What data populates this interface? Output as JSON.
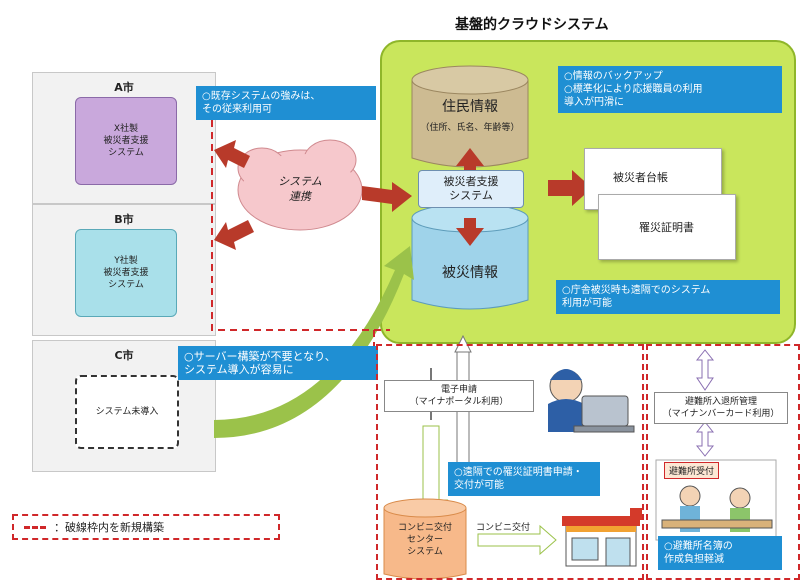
{
  "title": "基盤的クラウドシステム",
  "cities": [
    {
      "name": "A市",
      "system": "X社製\n被災者支援\nシステム"
    },
    {
      "name": "B市",
      "system": "Y社製\n被災者支援\nシステム"
    },
    {
      "name": "C市",
      "system": "システム未導入"
    }
  ],
  "cloud_link": "システム\n連携",
  "notes": {
    "existing": "○既存システムの強みは、\nその従来利用可",
    "backup": "○情報のバックアップ\n○標準化により応援職員の利用\n導入が円滑に",
    "remote": "○庁舎被災時も遠隔でのシステム\n利用が可能",
    "server": "○サーバー構築が不要となり、\nシステム導入が容易に",
    "remote_cert": "○遠隔での罹災証明書申請・\n交付が可能",
    "shelter_reduce": "○避難所名簿の\n作成負担軽減"
  },
  "central": {
    "resident_title": "住民情報",
    "resident_sub": "（住所、氏名、年齢等）",
    "support_system": "被災者支援\nシステム",
    "disaster_info": "被災情報",
    "ledger": "被災者台帳",
    "certificate": "罹災証明書"
  },
  "bottom": {
    "e_app": "電子申請\n（マイナポータル利用）",
    "kiosk_center": "コンビニ交付\nセンター\nシステム",
    "kiosk_issue": "コンビニ交付",
    "shelter_mgmt": "避難所入退所管理\n（マイナンバーカード利用）",
    "shelter_desk": "避難所受付"
  },
  "legend": "：破線枠内を新規構築",
  "colors": {
    "cloud_green": "#c9e65c",
    "note_blue": "#1f8fd3",
    "arrow_red": "#b83a2a",
    "arrow_green": "#9bc24a",
    "dash_red": "#d0282a"
  }
}
